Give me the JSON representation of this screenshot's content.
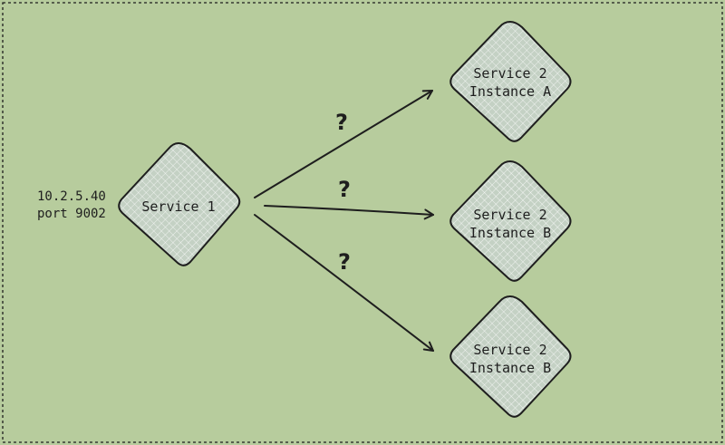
{
  "colors": {
    "background": "#b7cc9d",
    "node_fill": "#c4d1c4",
    "hatch": "#ffffff",
    "stroke": "#1e1e1e"
  },
  "address": {
    "ip": "10.2.5.40",
    "port": "port 9002"
  },
  "nodes": [
    {
      "line1": "Service 1",
      "line2": ""
    },
    {
      "line1": "Service 2",
      "line2": "Instance A"
    },
    {
      "line1": "Service 2",
      "line2": "Instance B"
    },
    {
      "line1": "Service 2",
      "line2": "Instance B"
    }
  ],
  "edge_labels": [
    "?",
    "?",
    "?"
  ]
}
